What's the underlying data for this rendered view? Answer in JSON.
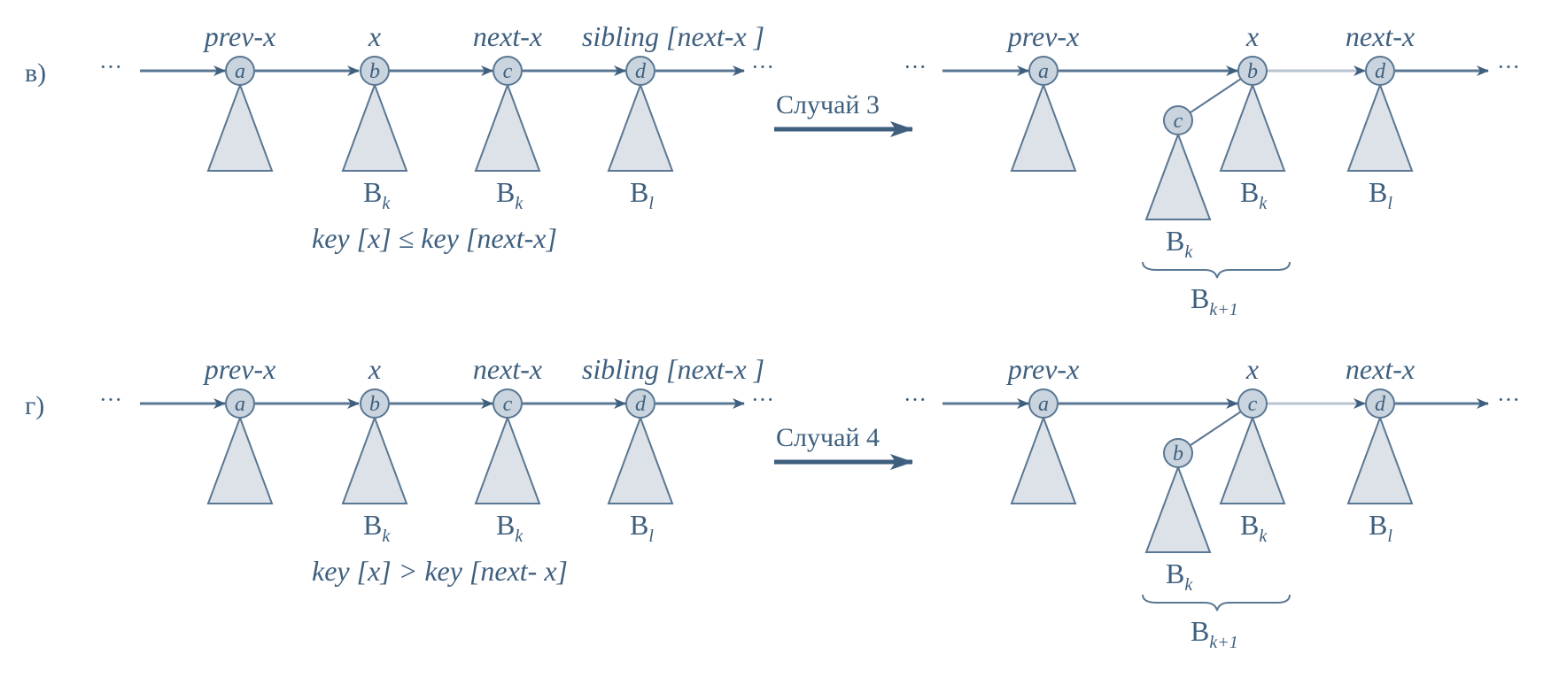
{
  "colors": {
    "ink": "#3e5f7e",
    "node_fill": "#c9d4de",
    "tree_fill": "#dce2e8",
    "stroke": "#5a7793"
  },
  "dots": "···",
  "rows": [
    {
      "tag": "в)",
      "left": {
        "nodes": [
          "a",
          "b",
          "c",
          "d"
        ],
        "top_labels": [
          "prev-x",
          "x",
          "next-x",
          "sibling [next-x ]"
        ],
        "tree_labels": [
          "B",
          "B",
          "B"
        ],
        "tree_subs": [
          "k",
          "k",
          "l"
        ],
        "condition": "key [x] ≤ key [next-x]"
      },
      "transition": "Случай 3",
      "right": {
        "top_labels": [
          "prev-x",
          "x",
          "next-x"
        ],
        "nodes": [
          "a",
          "b",
          "d"
        ],
        "child_node": "c",
        "tree_labels": [
          "B",
          "B",
          "B"
        ],
        "tree_subs": [
          "k",
          "k",
          "l"
        ],
        "brace_label": "B",
        "brace_sub": "k+1"
      }
    },
    {
      "tag": "г)",
      "left": {
        "nodes": [
          "a",
          "b",
          "c",
          "d"
        ],
        "top_labels": [
          "prev-x",
          "x",
          "next-x",
          "sibling [next-x ]"
        ],
        "tree_labels": [
          "B",
          "B",
          "B"
        ],
        "tree_subs": [
          "k",
          "k",
          "l"
        ],
        "condition": "key [x] > key [next- x]"
      },
      "transition": "Случай 4",
      "right": {
        "top_labels": [
          "prev-x",
          "x",
          "next-x"
        ],
        "nodes": [
          "a",
          "c",
          "d"
        ],
        "child_node": "b",
        "tree_labels": [
          "B",
          "B",
          "B"
        ],
        "tree_subs": [
          "k",
          "k",
          "l"
        ],
        "brace_label": "B",
        "brace_sub": "k+1"
      }
    }
  ]
}
